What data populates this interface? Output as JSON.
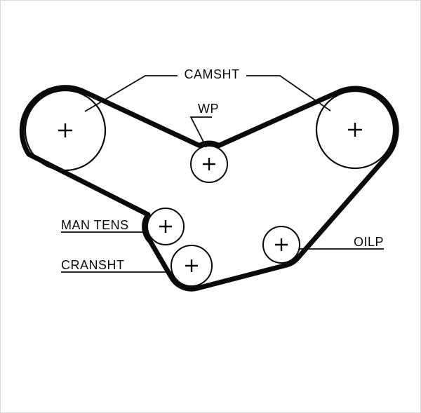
{
  "page": {
    "colors": {
      "background": "#ffffff",
      "line": "#0a0a0a",
      "border": "#d9d9d9"
    }
  },
  "labels": {
    "camshaft": "CAMSHT",
    "water_pump": "WP",
    "manual_tensioner": "MAN TENS",
    "crankshaft": "CRANSHT",
    "oil_pump": "OILP"
  }
}
